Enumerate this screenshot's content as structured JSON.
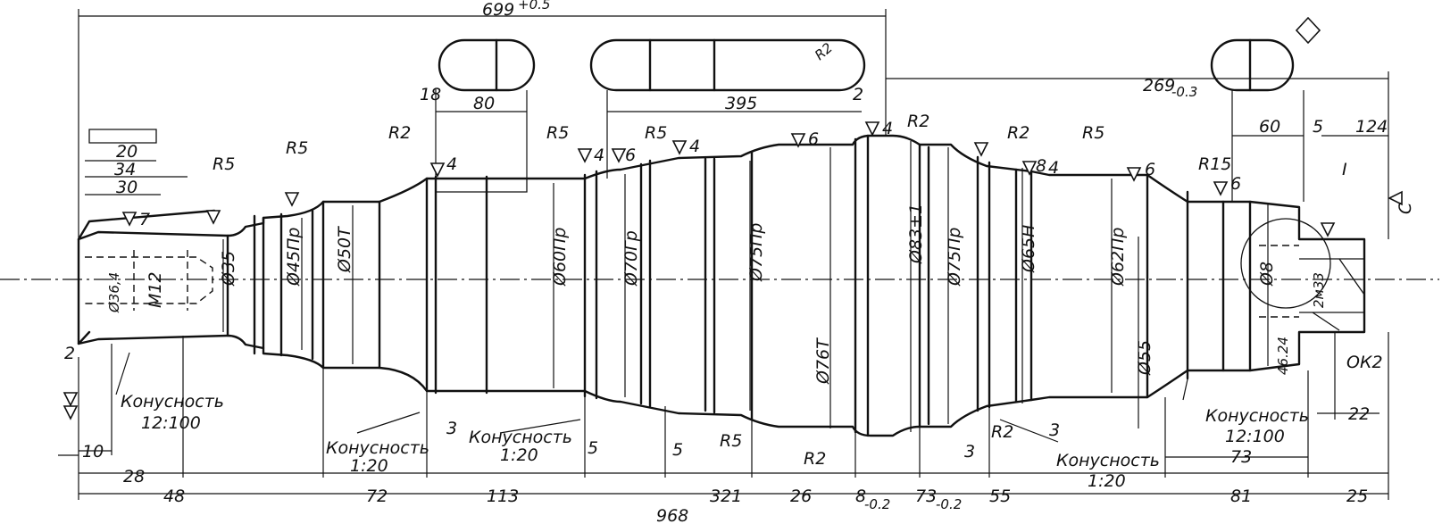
{
  "dimensions": {
    "overall_top": "699",
    "overall_top_tol": "+0.5",
    "overall_bottom": "968",
    "right_end": "269",
    "right_end_tol": "-0.3",
    "keyway_left": "80",
    "keyway_mid": "395",
    "keyway_right": "60",
    "keyway_left_offset": "18",
    "left_20": "20",
    "left_34": "34",
    "left_30": "30",
    "d_54": "5",
    "d_124": "124",
    "v_2_top": "2",
    "v_2_left": "2",
    "v_3a": "3",
    "v_3b": "3",
    "v_3c": "3",
    "v_5a": "5",
    "v_5b": "5",
    "v_10": "10",
    "v_28": "28",
    "v_48": "48",
    "v_72": "72",
    "v_113": "113",
    "v_321": "321",
    "v_26": "26",
    "v_8": "8",
    "v_8_tol": "-0.2",
    "v_73a": "73",
    "v_73a_tol": "-0.2",
    "v_55": "55",
    "v_81": "81",
    "v_25": "25",
    "v_73b": "73",
    "v_22": "22",
    "v_4624": "46.24",
    "v_c": "C"
  },
  "diameters": {
    "d35": "Ø35",
    "d45": "Ø45Пр",
    "d50": "Ø50Т",
    "d60": "Ø60Пр",
    "d70": "Ø70Гр",
    "d75a": "Ø75Пр",
    "d76": "Ø76Т",
    "d83": "Ø83±1",
    "d75b": "Ø75Пр",
    "d65": "Ø65Н",
    "d62": "Ø62Пр",
    "d55": "Ø55",
    "d8": "Ø8",
    "d364": "Ø36,4",
    "m12": "M12",
    "tooth": "2м33"
  },
  "radii": {
    "r5_a": "R5",
    "r5_b": "R5",
    "r2_a": "R2",
    "r5_c": "R5",
    "r5_d": "R5",
    "r2_b": "R2",
    "r2_c": "R2",
    "r5_e": "R5",
    "r15": "R15",
    "r2_d": "R2",
    "r5_f": "R5",
    "r2_e": "R2",
    "r2_key": "R2"
  },
  "finish": {
    "f7": "7",
    "f4a": "4",
    "f4b": "4",
    "f6a": "6",
    "f4c": "4",
    "f6b": "6",
    "f4d": "4",
    "f4e": "4",
    "f6c": "6",
    "f6d": "6",
    "f8": "8"
  },
  "notes": {
    "taper_left_label": "Конусность",
    "taper_left_value": "12:100",
    "taper_a_label": "Конусность",
    "taper_a_value": "1:20",
    "taper_b_label": "Конусность",
    "taper_b_value": "1:20",
    "taper_c_label": "Конусность",
    "taper_c_value": "1:20",
    "taper_right_label": "Конусность",
    "taper_right_value": "12:100",
    "detail": "I",
    "ok2": "ОК2"
  }
}
